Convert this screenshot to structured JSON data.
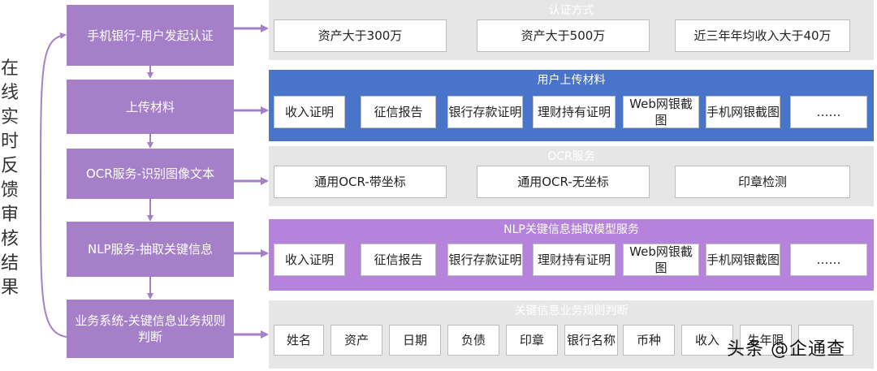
{
  "side_label": [
    "在",
    "线",
    "实",
    "时",
    "反",
    "馈",
    "审",
    "核",
    "结",
    "果"
  ],
  "steps": [
    {
      "label": "手机银行-用户发起认证"
    },
    {
      "label": "上传材料"
    },
    {
      "label": "OCR服务-识别图像文本"
    },
    {
      "label": "NLP服务-抽取关键信息"
    },
    {
      "label": "业务系统-关键信息业务规则判断"
    }
  ],
  "panels": [
    {
      "title": "认证方式",
      "items": [
        "资产大于300万",
        "资产大于500万",
        "近三年年均收入大于40万"
      ]
    },
    {
      "title": "用户上传材料",
      "items": [
        "收入证明",
        "征信报告",
        "银行存款证明",
        "理财持有证明",
        "Web网银截图",
        "手机网银截图",
        "……"
      ]
    },
    {
      "title": "OCR服务",
      "items": [
        "通用OCR-带坐标",
        "通用OCR-无坐标",
        "印章检测"
      ]
    },
    {
      "title": "NLP关键信息抽取模型服务",
      "items": [
        "收入证明",
        "征信报告",
        "银行存款证明",
        "理财持有证明",
        "Web网银截图",
        "手机网银截图",
        "……"
      ]
    },
    {
      "title": "关键信息业务规则判断",
      "items": [
        "姓名",
        "资产",
        "日期",
        "负债",
        "印章",
        "银行名称",
        "币种",
        "收入",
        "生年限",
        ""
      ]
    }
  ],
  "colors": {
    "step": "#a67fc9",
    "panel_gray": "#e6e6e6",
    "panel_blue": "#4a74c9",
    "panel_purple": "#b583db",
    "arrow": "#a67fc9"
  },
  "watermark": "头条 @企通查"
}
